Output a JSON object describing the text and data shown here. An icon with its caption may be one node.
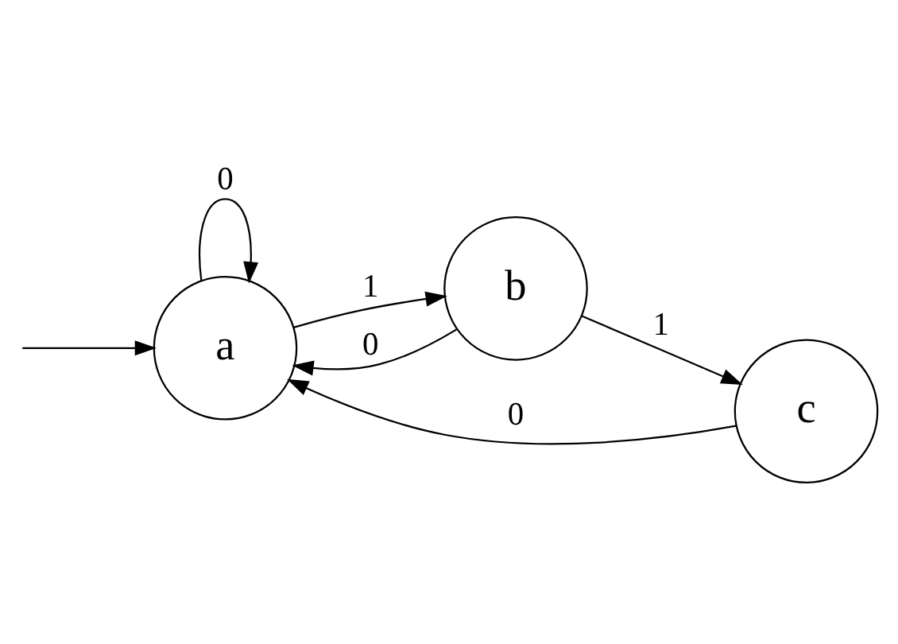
{
  "diagram": {
    "nodes": [
      {
        "text": [
          "a"
        ]
      },
      {
        "text": [
          "b"
        ]
      },
      {
        "text": [
          "c"
        ]
      }
    ],
    "edges": [
      {
        "from": null,
        "to": 0,
        "arrow": "to"
      },
      {
        "from": 0,
        "to": 0,
        "arrow": "to",
        "label": "0"
      },
      {
        "from": 0,
        "to": 1,
        "arrow": "to",
        "label": "1"
      },
      {
        "from": 1,
        "to": 0,
        "arrow": "to",
        "label": "0"
      },
      {
        "from": 1,
        "to": 2,
        "arrow": "to",
        "label": "1"
      },
      {
        "from": 2,
        "to": 0,
        "arrow": "to",
        "label": "0"
      }
    ]
  }
}
